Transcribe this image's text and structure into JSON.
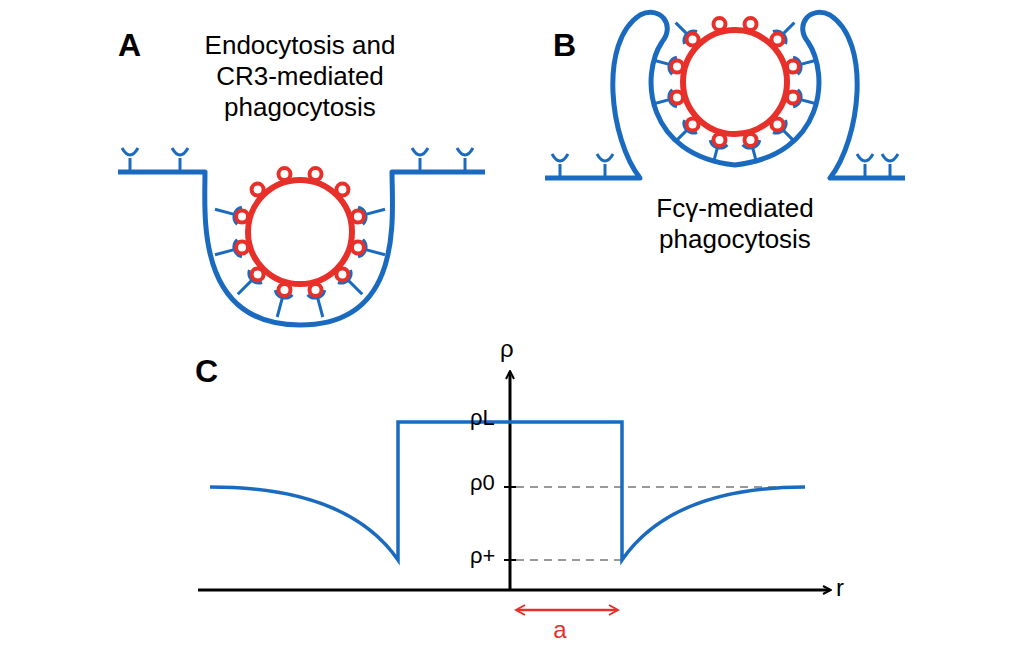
{
  "diagram": {
    "labels": [
      "A",
      "Endocytosis and CR3-mediated phagocytosis",
      "B",
      "Fcγ-mediated phagocytosis",
      "C",
      "ρ",
      "ρL",
      "ρ0",
      "ρ+",
      "r",
      "a"
    ]
  }
}
